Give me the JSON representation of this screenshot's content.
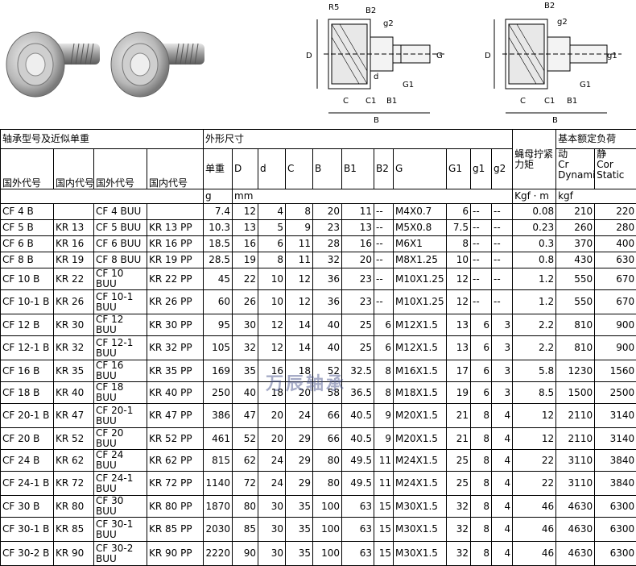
{
  "drawing_labels": {
    "r": "R5",
    "b2": "B2",
    "g2": "g2",
    "d": "d",
    "D": "D",
    "G": "G",
    "G1": "G1",
    "C": "C",
    "C1": "C1",
    "B1": "B1",
    "B": "B",
    "g1": "g1"
  },
  "header": {
    "group_bearing": "轴承型号及近似单重",
    "group_dims": "外形尺寸",
    "torque": "蝇母拧紧力矩",
    "rated_load": "基本额定负荷",
    "dynamic": "动",
    "static": "静",
    "cr": "Cr Dynamic",
    "cor": "Cor Static",
    "foreign_code_1": "国外代号",
    "domestic_code_1": "国内代号",
    "foreign_code_2": "国外代号",
    "domestic_code_2": "国内代号",
    "weight": "单重",
    "cols": [
      "D",
      "d",
      "C",
      "B",
      "B1",
      "B2",
      "G",
      "G1",
      "g1",
      "g2"
    ],
    "unit_g": "g",
    "unit_mm": "mm",
    "unit_torque": "Kgf · m",
    "unit_kgf": "kgf"
  },
  "rows": [
    [
      "CF 4 B",
      "",
      "CF 4 BUU",
      "",
      "7.4",
      "12",
      "4",
      "8",
      "20",
      "11",
      "--",
      "M4X0.7",
      "6",
      "--",
      "--",
      "0.08",
      "210",
      "220"
    ],
    [
      "CF 5 B",
      "KR 13",
      "CF 5 BUU",
      "KR 13 PP",
      "10.3",
      "13",
      "5",
      "9",
      "23",
      "13",
      "--",
      "M5X0.8",
      "7.5",
      "--",
      "--",
      "0.23",
      "260",
      "280"
    ],
    [
      "CF 6 B",
      "KR 16",
      "CF 6 BUU",
      "KR 16 PP",
      "18.5",
      "16",
      "6",
      "11",
      "28",
      "16",
      "--",
      "M6X1",
      "8",
      "--",
      "--",
      "0.3",
      "370",
      "400"
    ],
    [
      "CF 8 B",
      "KR 19",
      "CF 8 BUU",
      "KR 19 PP",
      "28.5",
      "19",
      "8",
      "11",
      "32",
      "20",
      "--",
      "M8X1.25",
      "10",
      "--",
      "--",
      "0.8",
      "430",
      "630"
    ],
    [
      "CF 10 B",
      "KR 22",
      "CF 10 BUU",
      "KR 22 PP",
      "45",
      "22",
      "10",
      "12",
      "36",
      "23",
      "--",
      "M10X1.25",
      "12",
      "--",
      "--",
      "1.2",
      "550",
      "670"
    ],
    [
      "CF 10-1 B",
      "KR 26",
      "CF 10-1 BUU",
      "KR 26 PP",
      "60",
      "26",
      "10",
      "12",
      "36",
      "23",
      "--",
      "M10X1.25",
      "12",
      "--",
      "--",
      "1.2",
      "550",
      "670"
    ],
    [
      "CF 12 B",
      "KR 30",
      "CF 12 BUU",
      "KR 30 PP",
      "95",
      "30",
      "12",
      "14",
      "40",
      "25",
      "6",
      "M12X1.5",
      "13",
      "6",
      "3",
      "2.2",
      "810",
      "900"
    ],
    [
      "CF 12-1 B",
      "KR 32",
      "CF 12-1 BUU",
      "KR 32 PP",
      "105",
      "32",
      "12",
      "14",
      "40",
      "25",
      "6",
      "M12X1.5",
      "13",
      "6",
      "3",
      "2.2",
      "810",
      "900"
    ],
    [
      "CF 16 B",
      "KR 35",
      "CF 16 BUU",
      "KR 35 PP",
      "169",
      "35",
      "16",
      "18",
      "52",
      "32.5",
      "8",
      "M16X1.5",
      "17",
      "6",
      "3",
      "5.8",
      "1230",
      "1560"
    ],
    [
      "CF 18 B",
      "KR 40",
      "CF 18 BUU",
      "KR 40 PP",
      "250",
      "40",
      "18",
      "20",
      "58",
      "36.5",
      "8",
      "M18X1.5",
      "19",
      "6",
      "3",
      "8.5",
      "1500",
      "2500"
    ],
    [
      "CF 20-1 B",
      "KR 47",
      "CF 20-1 BUU",
      "KR 47 PP",
      "386",
      "47",
      "20",
      "24",
      "66",
      "40.5",
      "9",
      "M20X1.5",
      "21",
      "8",
      "4",
      "12",
      "2110",
      "3140"
    ],
    [
      "CF 20 B",
      "KR 52",
      "CF 20 BUU",
      "KR 52 PP",
      "461",
      "52",
      "20",
      "29",
      "66",
      "40.5",
      "9",
      "M20X1.5",
      "21",
      "8",
      "4",
      "12",
      "2110",
      "3140"
    ],
    [
      "CF 24 B",
      "KR 62",
      "CF 24 BUU",
      "KR 62 PP",
      "815",
      "62",
      "24",
      "29",
      "80",
      "49.5",
      "11",
      "M24X1.5",
      "25",
      "8",
      "4",
      "22",
      "3110",
      "3840"
    ],
    [
      "CF 24-1 B",
      "KR 72",
      "CF 24-1 BUU",
      "KR 72 PP",
      "1140",
      "72",
      "24",
      "29",
      "80",
      "49.5",
      "11",
      "M24X1.5",
      "25",
      "8",
      "4",
      "22",
      "3110",
      "3840"
    ],
    [
      "CF 30 B",
      "KR 80",
      "CF 30 BUU",
      "KR 80 PP",
      "1870",
      "80",
      "30",
      "35",
      "100",
      "63",
      "15",
      "M30X1.5",
      "32",
      "8",
      "4",
      "46",
      "4630",
      "6300"
    ],
    [
      "CF 30-1 B",
      "KR 85",
      "CF 30-1 BUU",
      "KR 85 PP",
      "2030",
      "85",
      "30",
      "35",
      "100",
      "63",
      "15",
      "M30X1.5",
      "32",
      "8",
      "4",
      "46",
      "4630",
      "6300"
    ],
    [
      "CF 30-2 B",
      "KR 90",
      "CF 30-2 BUU",
      "KR 90 PP",
      "2220",
      "90",
      "30",
      "35",
      "100",
      "63",
      "15",
      "M30X1.5",
      "32",
      "8",
      "4",
      "46",
      "4630",
      "6300"
    ]
  ],
  "watermark": "万辰轴承"
}
